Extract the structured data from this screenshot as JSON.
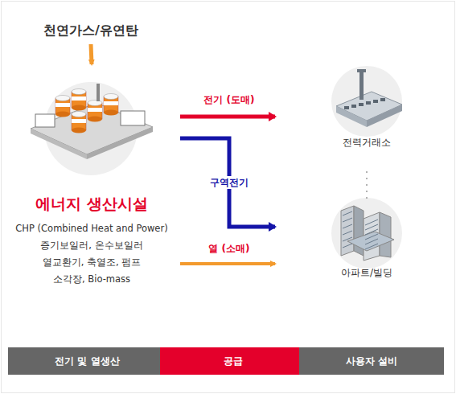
{
  "diagram": {
    "nodes": [
      {
        "text": [
          "천연가스/유연탄"
        ]
      },
      {
        "text": [
          "에너지 생산시설",
          "CHP (Combined Heat and Power)",
          "증기보일러, 온수보일러",
          "열교환기, 축열조, 펌프",
          "소각장, Bio-mass"
        ]
      },
      {
        "text": [
          "전력거래소"
        ]
      },
      {
        "text": [
          "아파트/빌딩"
        ]
      },
      {
        "text": [
          "전기 및 열생산"
        ]
      },
      {
        "text": [
          "공급"
        ]
      },
      {
        "text": [
          "사용자 설비"
        ]
      }
    ],
    "edges": [
      {
        "from": 0,
        "to": 1,
        "arrow": "to"
      },
      {
        "from": 1,
        "to": 2,
        "label": "전기 (도매)",
        "arrow": "to"
      },
      {
        "from": 1,
        "to": 3,
        "label": "구역전기",
        "arrow": "to"
      },
      {
        "from": 1,
        "to": 3,
        "label": "열 (소매)",
        "arrow": "to"
      }
    ]
  }
}
